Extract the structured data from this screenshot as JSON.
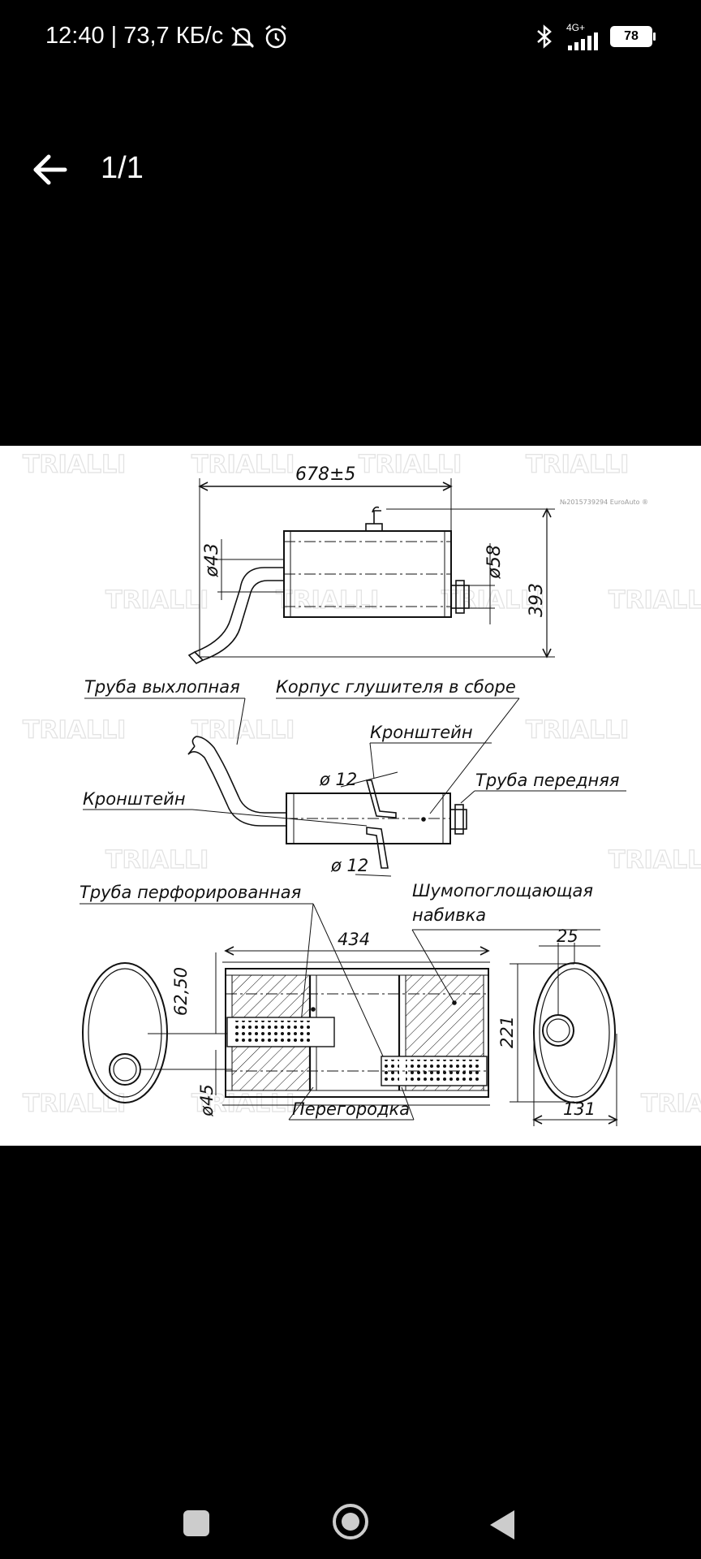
{
  "status": {
    "time_speed": "12:40 | 73,7 КБ/с",
    "network": "4G+",
    "battery": "78"
  },
  "viewer": {
    "page_counter": "1/1"
  },
  "drawing": {
    "watermark": "TRIALLI",
    "small_note": "№2015739294 EuroAuto ®",
    "dims": {
      "length": "678±5",
      "d_inlet": "ø43",
      "d_front": "ø58",
      "height_total": "393",
      "d_bracket_top": "ø 12",
      "d_bracket_bottom": "ø 12",
      "body_length": "434",
      "dim_62": "62,50",
      "d_45": "ø45",
      "dim_25": "25",
      "dim_221": "221",
      "dim_131": "131"
    },
    "labels": {
      "exhaust_pipe": "Труба выхлопная",
      "muffler_body": "Корпус глушителя в сборе",
      "bracket_1": "Кронштейн",
      "front_pipe": "Труба передняя",
      "bracket_2": "Кронштейн",
      "perforated_pipe": "Труба перфорированная",
      "sound_absorb_1": "Шумопоглощающая",
      "sound_absorb_2": "набивка",
      "partition": "Перегородка"
    }
  }
}
